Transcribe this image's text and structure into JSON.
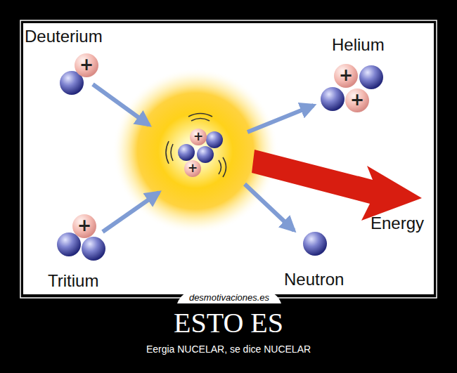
{
  "diagram": {
    "title": "ESTO ES",
    "caption": "Eergia NUCELAR, se dice NUCELAR",
    "labels": [
      "Deuterium",
      "+",
      "Helium",
      "+",
      "+",
      "+",
      "+",
      "Energy",
      "Tritium",
      "+",
      "Neutron",
      "desmotivaciones.es"
    ]
  }
}
